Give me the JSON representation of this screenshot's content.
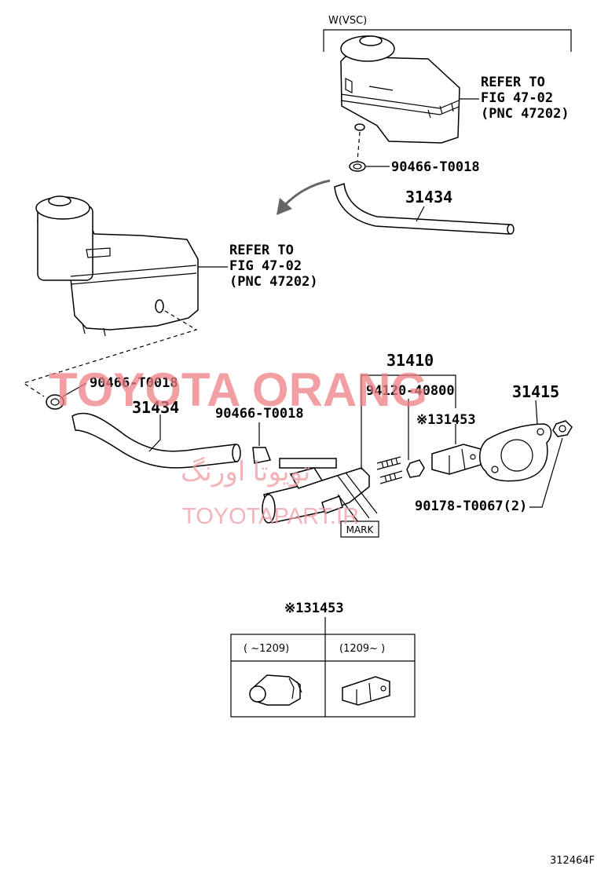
{
  "variant_label": "W(VSC)",
  "refer_top": [
    "REFER TO",
    "FIG 47-02",
    "(PNC 47202)"
  ],
  "refer_left": [
    "REFER TO",
    "FIG 47-02",
    "(PNC 47202)"
  ],
  "parts": {
    "clip_top": "90466-T0018",
    "hose_top": "31434",
    "clip_left": "90466-T0018",
    "hose_left": "31434",
    "clip_mid": "90466-T0018",
    "master_cyl": "31410",
    "bolt": "94120-40800",
    "clevis": "※131453",
    "gasket": "31415",
    "nut": "90178-T0067(2)",
    "detail_title": "※131453"
  },
  "mark_label": "MARK",
  "detail_table": {
    "col1": "(      ~1209)",
    "col2": "(1209~       )"
  },
  "watermark": {
    "main": "TOYOTA ORANG",
    "persian": "تویوتا اورنگ",
    "sub": "TOYOTAPART.IR"
  },
  "figure_code": "312464F"
}
